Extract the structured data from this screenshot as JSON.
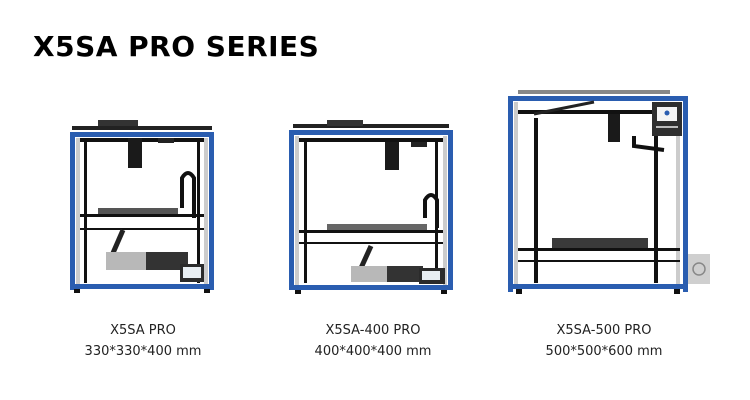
{
  "title": "X5SA PRO SERIES",
  "colors": {
    "frame_blue": "#2a5db0",
    "frame_dark": "#1a1a1a",
    "bed": "#3a3a3a"
  },
  "products": [
    {
      "name": "X5SA PRO",
      "dimensions": "330*330*400 mm",
      "image": "3d-printer-x5sa-pro"
    },
    {
      "name": "X5SA-400 PRO",
      "dimensions": "400*400*400 mm",
      "image": "3d-printer-x5sa-400-pro"
    },
    {
      "name": "X5SA-500 PRO",
      "dimensions": "500*500*600 mm",
      "image": "3d-printer-x5sa-500-pro"
    }
  ]
}
